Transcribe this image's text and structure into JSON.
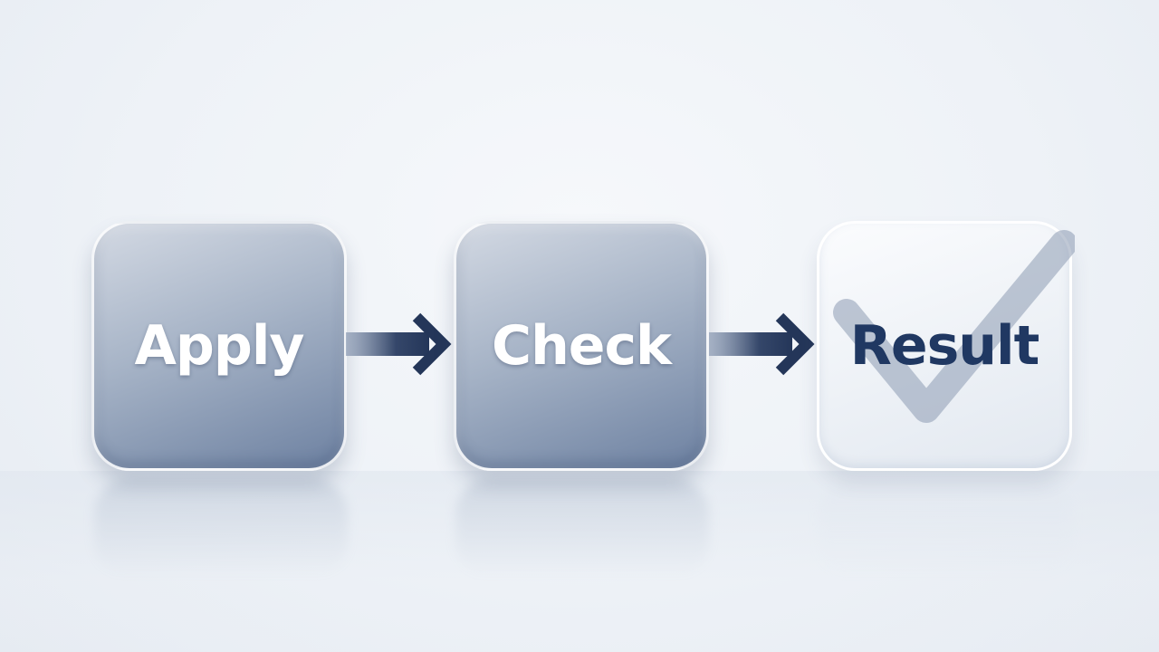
{
  "steps": [
    {
      "label": "Apply"
    },
    {
      "label": "Check"
    },
    {
      "label": "Result"
    }
  ],
  "icons": {
    "arrow_1": "arrow-right-icon",
    "arrow_2": "arrow-right-icon",
    "result_mark": "checkmark-icon"
  },
  "colors": {
    "accent_navy": "#203862",
    "step_box_gradient_end": "#6d81a1",
    "background": "#eef2f7"
  }
}
